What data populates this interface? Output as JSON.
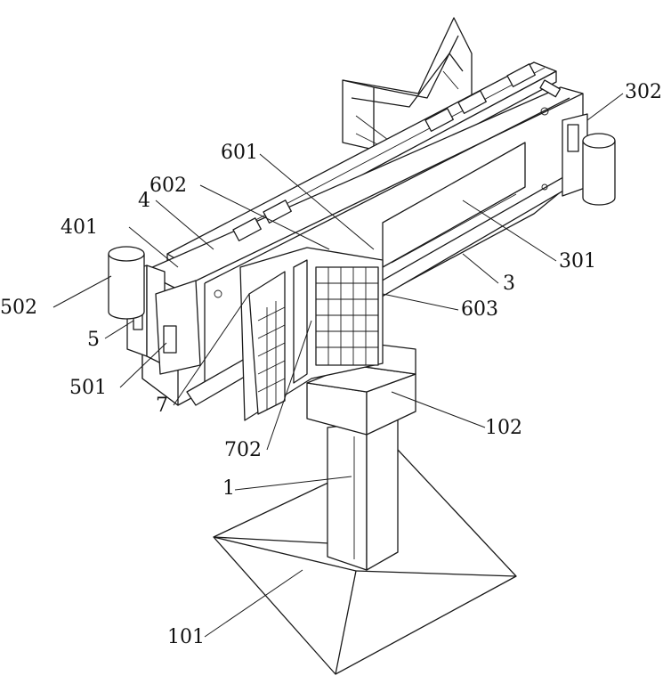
{
  "labels": {
    "l601": "601",
    "l602": "602",
    "l4": "4",
    "l401": "401",
    "l502": "502",
    "l5": "5",
    "l501": "501",
    "l7": "7",
    "l702": "702",
    "l1": "1",
    "l101": "101",
    "l102": "102",
    "l603": "603",
    "l3": "3",
    "l301": "301",
    "l302": "302"
  },
  "colors": {
    "line": "#1a1a1a",
    "background": "#ffffff"
  }
}
